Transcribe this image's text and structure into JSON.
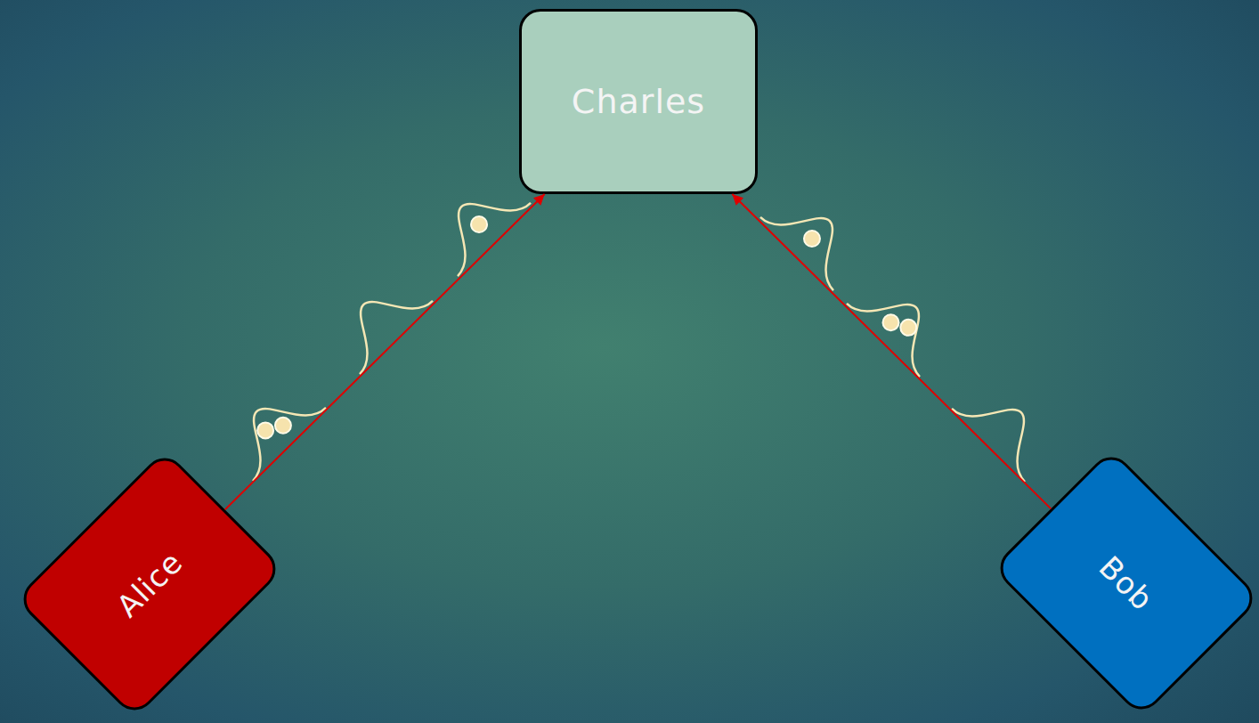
{
  "diagram": {
    "nodes": [
      {
        "text": [
          "Charles"
        ]
      },
      {
        "text": [
          "Alice"
        ]
      },
      {
        "text": [
          "Bob"
        ]
      }
    ],
    "edges": [
      {
        "from": 1,
        "to": 0,
        "arrow": "to"
      },
      {
        "from": 2,
        "to": 0,
        "arrow": "to"
      }
    ]
  }
}
